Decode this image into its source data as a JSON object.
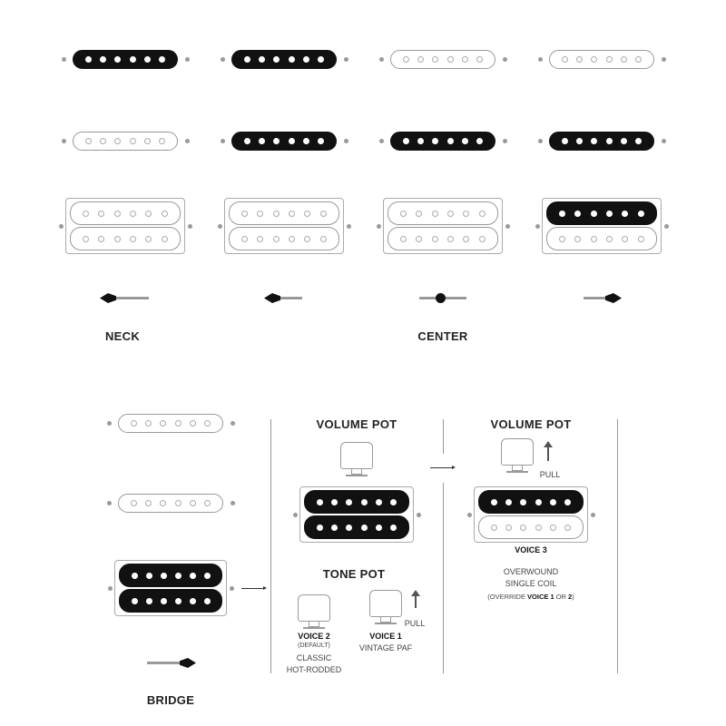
{
  "positions": {
    "neck_label": "NECK",
    "center_label": "CENTER",
    "bridge_label": "BRIDGE"
  },
  "volume_pot_left": {
    "title": "VOLUME POT"
  },
  "tone_pot": {
    "title": "TONE POT",
    "voice2": {
      "name": "VOICE 2",
      "note": "(DEFAULT)",
      "desc_line1": "CLASSIC",
      "desc_line2": "HOT-RODDED"
    },
    "voice1": {
      "name": "VOICE 1",
      "desc": "VINTAGE PAF",
      "pull": "PULL"
    }
  },
  "volume_pot_right": {
    "title": "VOLUME POT",
    "pull": "PULL",
    "voice3": {
      "name": "VOICE 3",
      "desc_line1": "OVERWOUND",
      "desc_line2": "SINGLE COIL",
      "override_prefix": "(OVERRIDE ",
      "override_bold": "VOICE 1",
      "override_suffix": " OR ",
      "override_bold2": "2",
      "override_end": ")"
    }
  },
  "switch_positions": [
    {
      "neck": true,
      "middle": false,
      "bridge_top": false,
      "bridge_bottom": false,
      "lever": "left-far"
    },
    {
      "neck": true,
      "middle": true,
      "bridge_top": false,
      "bridge_bottom": false,
      "lever": "left"
    },
    {
      "neck": false,
      "middle": true,
      "bridge_top": false,
      "bridge_bottom": false,
      "lever": "center"
    },
    {
      "neck": false,
      "middle": true,
      "bridge_top": true,
      "bridge_bottom": false,
      "lever": "right"
    },
    {
      "neck": false,
      "middle": false,
      "bridge_top": true,
      "bridge_bottom": true,
      "lever": "right-far"
    }
  ]
}
